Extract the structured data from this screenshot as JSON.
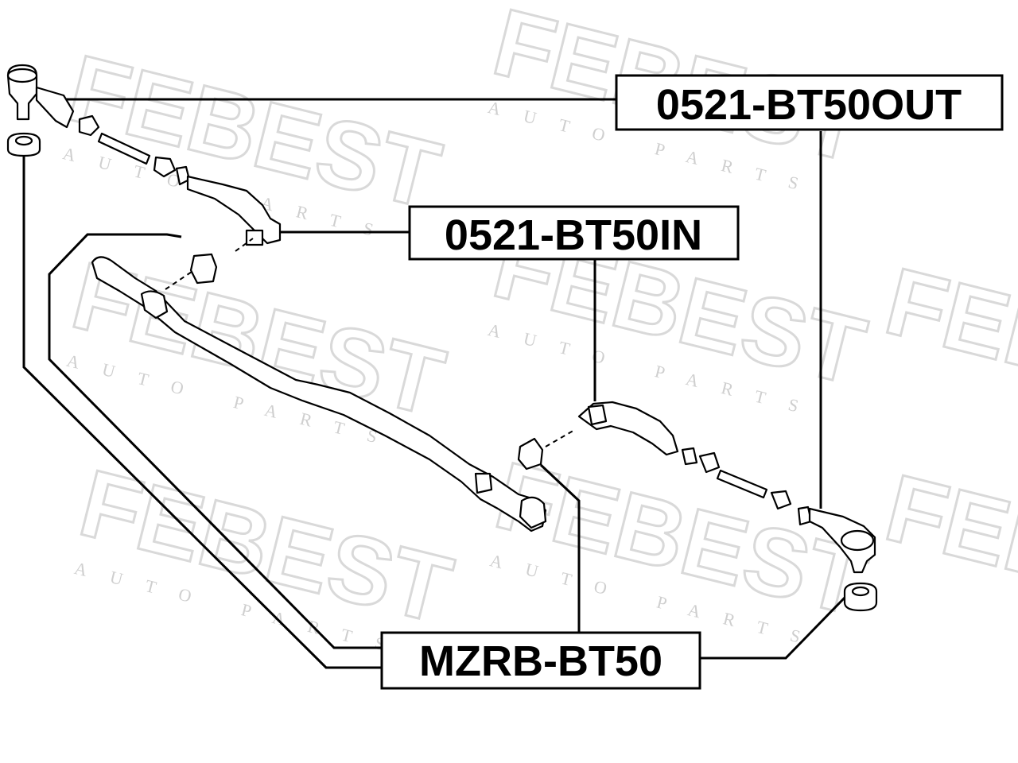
{
  "watermark": {
    "brand": "FEBEST",
    "sub": "AUTO PARTS"
  },
  "labels": {
    "outer_tie_rod_end": "0521-BT50OUT",
    "inner_tie_rod_end": "0521-BT50IN",
    "boot": "MZRB-BT50"
  },
  "colors": {
    "line": "#000000",
    "watermark": "#d9d9d9",
    "background": "#ffffff"
  }
}
